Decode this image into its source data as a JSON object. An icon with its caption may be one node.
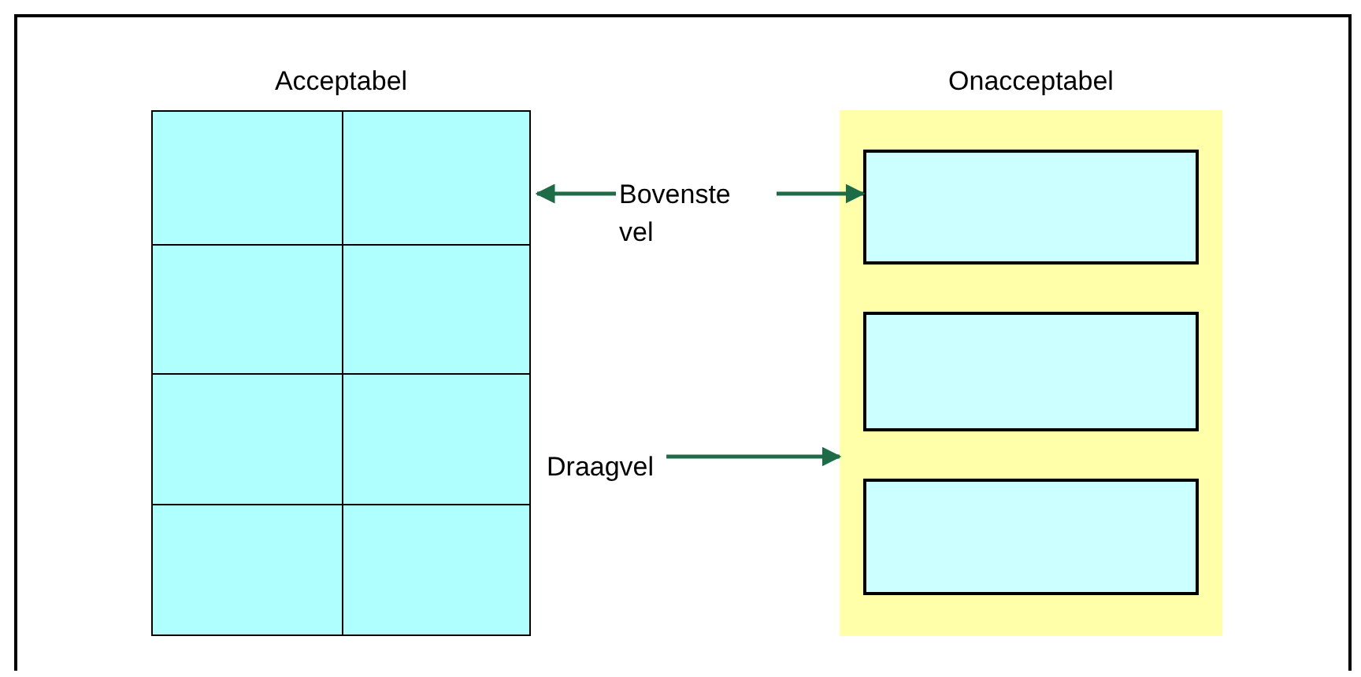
{
  "diagram": {
    "nodes": [
      {
        "text": [
          "Acceptabel"
        ]
      },
      {
        "text": [],
        "shape": "box",
        "in": 0
      },
      {
        "text": [],
        "shape": "box",
        "in": 0
      },
      {
        "text": [],
        "shape": "box",
        "in": 0
      },
      {
        "text": [],
        "shape": "box",
        "in": 0
      },
      {
        "text": [],
        "shape": "box",
        "in": 0
      },
      {
        "text": [],
        "shape": "box",
        "in": 0
      },
      {
        "text": [],
        "shape": "box",
        "in": 0
      },
      {
        "text": [],
        "shape": "box",
        "in": 0
      },
      {
        "text": [
          "Onacceptabel"
        ]
      },
      {
        "text": [],
        "shape": "box",
        "in": 9
      },
      {
        "text": [],
        "shape": "box",
        "in": 9
      },
      {
        "text": [],
        "shape": "box",
        "in": 9
      },
      {
        "text": [
          "Bovenste vel"
        ]
      },
      {
        "text": [
          "Draagvel"
        ]
      }
    ],
    "edges": [
      {
        "from": 13,
        "to": 2,
        "arrow": "to"
      },
      {
        "from": 13,
        "to": 10,
        "arrow": "to"
      },
      {
        "from": 14,
        "to": 9,
        "arrow": "to"
      }
    ]
  }
}
